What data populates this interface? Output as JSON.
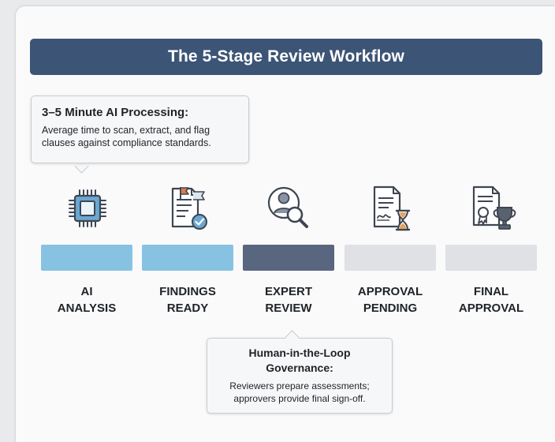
{
  "title": "The 5-Stage Review Workflow",
  "top_callout": {
    "heading": "3–5 Minute AI Processing:",
    "body": "Average time to scan, extract, and flag clauses against compliance standards."
  },
  "bottom_callout": {
    "heading_line1": "Human-in-the-Loop",
    "heading_line2": "Governance:",
    "body_line1": "Reviewers prepare assessments;",
    "body_line2": "approvers provide final sign-off."
  },
  "stages": [
    {
      "label_line1": "AI",
      "label_line2": "ANALYSIS",
      "icon": "cpu-chip-icon",
      "status": "complete",
      "bar_color": "#88c2e3"
    },
    {
      "label_line1": "FINDINGS",
      "label_line2": "READY",
      "icon": "report-flag-check-icon",
      "status": "complete",
      "bar_color": "#88c2e3"
    },
    {
      "label_line1": "EXPERT",
      "label_line2": "REVIEW",
      "icon": "user-search-icon",
      "status": "current",
      "bar_color": "#596680"
    },
    {
      "label_line1": "APPROVAL",
      "label_line2": "PENDING",
      "icon": "document-hourglass-icon",
      "status": "upcoming",
      "bar_color": "#dfe1e4"
    },
    {
      "label_line1": "FINAL",
      "label_line2": "APPROVAL",
      "icon": "certificate-trophy-icon",
      "status": "upcoming",
      "bar_color": "#dfe1e4"
    }
  ],
  "colors": {
    "title_bar": "#3c5476",
    "icon_dark": "#3f4652",
    "accent_blue": "#6aa8d1",
    "accent_orange": "#e07a4a",
    "hourglass_sand": "#e6a35c",
    "trophy": "#5a6270"
  }
}
